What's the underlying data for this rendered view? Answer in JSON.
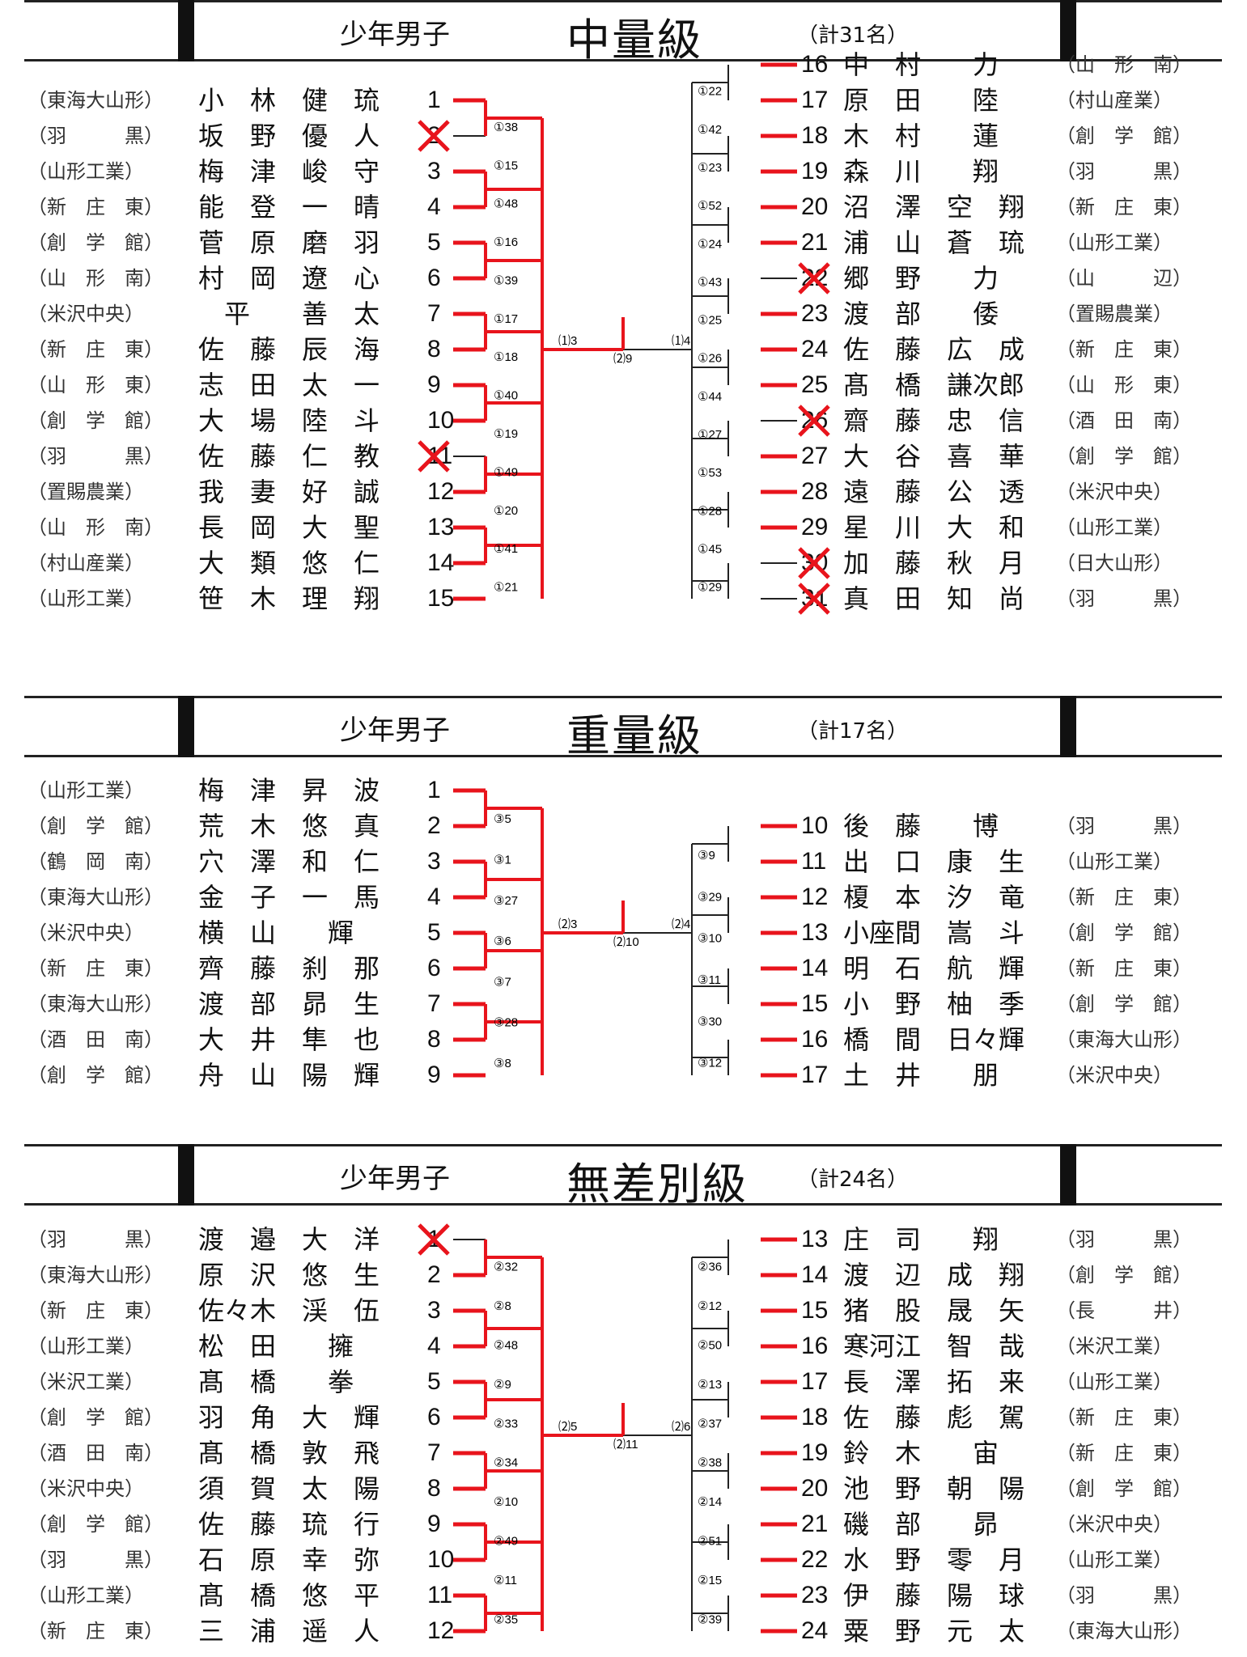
{
  "sections": [
    {
      "category": "少年男子",
      "weight_class": "中量級",
      "count": "（計31名）",
      "left": [
        {
          "seed": "1",
          "name": "小　林　健　琉",
          "team": "（東海大山形）",
          "out": false
        },
        {
          "seed": "2",
          "name": "坂　野　優　人",
          "team": "（羽　　　黒）",
          "out": true
        },
        {
          "seed": "3",
          "name": "梅　津　峻　守",
          "team": "（山形工業）",
          "out": false
        },
        {
          "seed": "4",
          "name": "能　登　一　晴",
          "team": "（新　庄　東）",
          "out": false
        },
        {
          "seed": "5",
          "name": "菅　原　磨　羽",
          "team": "（創　学　館）",
          "out": false
        },
        {
          "seed": "6",
          "name": "村　岡　遼　心",
          "team": "（山　形　南）",
          "out": false
        },
        {
          "seed": "7",
          "name": "　平　　善　太",
          "team": "（米沢中央）",
          "out": false
        },
        {
          "seed": "8",
          "name": "佐　藤　辰　海",
          "team": "（新　庄　東）",
          "out": false
        },
        {
          "seed": "9",
          "name": "志　田　太　一",
          "team": "（山　形　東）",
          "out": false
        },
        {
          "seed": "10",
          "name": "大　場　陸　斗",
          "team": "（創　学　館）",
          "out": false
        },
        {
          "seed": "11",
          "name": "佐　藤　仁　教",
          "team": "（羽　　　黒）",
          "out": true
        },
        {
          "seed": "12",
          "name": "我　妻　好　誠",
          "team": "（置賜農業）",
          "out": false
        },
        {
          "seed": "13",
          "name": "長　岡　大　聖",
          "team": "（山　形　南）",
          "out": false
        },
        {
          "seed": "14",
          "name": "大　類　悠　仁",
          "team": "（村山産業）",
          "out": false
        },
        {
          "seed": "15",
          "name": "笹　木　理　翔",
          "team": "（山形工業）",
          "out": false
        }
      ],
      "right": [
        {
          "seed": "16",
          "name": "中　村　　力",
          "team": "（山　形　南）",
          "out": false
        },
        {
          "seed": "17",
          "name": "原　田　　陸",
          "team": "（村山産業）",
          "out": false
        },
        {
          "seed": "18",
          "name": "木　村　　蓮",
          "team": "（創　学　館）",
          "out": false
        },
        {
          "seed": "19",
          "name": "森　川　　翔",
          "team": "（羽　　　黒）",
          "out": false
        },
        {
          "seed": "20",
          "name": "沼　澤　空　翔",
          "team": "（新　庄　東）",
          "out": false
        },
        {
          "seed": "21",
          "name": "浦　山　蒼　琉",
          "team": "（山形工業）",
          "out": false
        },
        {
          "seed": "22",
          "name": "郷　野　　力",
          "team": "（山　　　辺）",
          "out": true
        },
        {
          "seed": "23",
          "name": "渡　部　　倭",
          "team": "（置賜農業）",
          "out": false
        },
        {
          "seed": "24",
          "name": "佐　藤　広　成",
          "team": "（新　庄　東）",
          "out": false
        },
        {
          "seed": "25",
          "name": "髙　橋　謙次郎",
          "team": "（山　形　東）",
          "out": false
        },
        {
          "seed": "26",
          "name": "齋　藤　忠　信",
          "team": "（酒　田　南）",
          "out": true
        },
        {
          "seed": "27",
          "name": "大　谷　喜　華",
          "team": "（創　学　館）",
          "out": false
        },
        {
          "seed": "28",
          "name": "遠　藤　公　透",
          "team": "（米沢中央）",
          "out": false
        },
        {
          "seed": "29",
          "name": "星　川　大　和",
          "team": "（山形工業）",
          "out": false
        },
        {
          "seed": "30",
          "name": "加　藤　秋　月",
          "team": "（日大山形）",
          "out": true
        },
        {
          "seed": "31",
          "name": "真　田　知　尚",
          "team": "（羽　　　黒）",
          "out": true
        }
      ],
      "match_labels_left": [
        "①38",
        "①15",
        "①48",
        "①16",
        "①39",
        "①17",
        "①18",
        "①40",
        "①19",
        "①49",
        "①20",
        "①41",
        "①21"
      ],
      "match_labels_right": [
        "①22",
        "①42",
        "①23",
        "①52",
        "①24",
        "①43",
        "①25",
        "①26",
        "①44",
        "①27",
        "①53",
        "①28",
        "①45",
        "①29"
      ],
      "center_labels": [
        "⑴3",
        "⑵9",
        "⑴4"
      ]
    },
    {
      "category": "少年男子",
      "weight_class": "重量級",
      "count": "（計17名）",
      "left": [
        {
          "seed": "1",
          "name": "梅　津　昇　波",
          "team": "（山形工業）",
          "out": false
        },
        {
          "seed": "2",
          "name": "荒　木　悠　真",
          "team": "（創　学　館）",
          "out": false
        },
        {
          "seed": "3",
          "name": "穴　澤　和　仁",
          "team": "（鶴　岡　南）",
          "out": false
        },
        {
          "seed": "4",
          "name": "金　子　一　馬",
          "team": "（東海大山形）",
          "out": false
        },
        {
          "seed": "5",
          "name": "横　山　　輝",
          "team": "（米沢中央）",
          "out": false
        },
        {
          "seed": "6",
          "name": "齊　藤　刹　那",
          "team": "（新　庄　東）",
          "out": false
        },
        {
          "seed": "7",
          "name": "渡　部　昴　生",
          "team": "（東海大山形）",
          "out": false
        },
        {
          "seed": "8",
          "name": "大　井　隼　也",
          "team": "（酒　田　南）",
          "out": false
        },
        {
          "seed": "9",
          "name": "舟　山　陽　輝",
          "team": "（創　学　館）",
          "out": false
        }
      ],
      "right": [
        {
          "seed": "10",
          "name": "後　藤　　博",
          "team": "（羽　　　黒）",
          "out": false
        },
        {
          "seed": "11",
          "name": "出　口　康　生",
          "team": "（山形工業）",
          "out": false
        },
        {
          "seed": "12",
          "name": "榎　本　汐　竜",
          "team": "（新　庄　東）",
          "out": false
        },
        {
          "seed": "13",
          "name": "小座間　嵩　斗",
          "team": "（創　学　館）",
          "out": false
        },
        {
          "seed": "14",
          "name": "明　石　航　輝",
          "team": "（新　庄　東）",
          "out": false
        },
        {
          "seed": "15",
          "name": "小　野　柚　季",
          "team": "（創　学　館）",
          "out": false
        },
        {
          "seed": "16",
          "name": "橋　間　日々輝",
          "team": "（東海大山形）",
          "out": false
        },
        {
          "seed": "17",
          "name": "土　井　　朋",
          "team": "（米沢中央）",
          "out": false
        }
      ],
      "match_labels_left": [
        "③5",
        "③1",
        "③27",
        "③6",
        "③7",
        "③28",
        "③8"
      ],
      "match_labels_right": [
        "③9",
        "③29",
        "③10",
        "③11",
        "③30",
        "③12"
      ],
      "center_labels": [
        "⑵3",
        "⑵10",
        "⑵4"
      ]
    },
    {
      "category": "少年男子",
      "weight_class": "無差別級",
      "count": "（計24名）",
      "left": [
        {
          "seed": "1",
          "name": "渡　邉　大　洋",
          "team": "（羽　　　黒）",
          "out": true
        },
        {
          "seed": "2",
          "name": "原　沢　悠　生",
          "team": "（東海大山形）",
          "out": false
        },
        {
          "seed": "3",
          "name": "佐々木　渓　伍",
          "team": "（新　庄　東）",
          "out": false
        },
        {
          "seed": "4",
          "name": "松　田　　擁",
          "team": "（山形工業）",
          "out": false
        },
        {
          "seed": "5",
          "name": "髙　橋　　拳",
          "team": "（米沢工業）",
          "out": false
        },
        {
          "seed": "6",
          "name": "羽　角　大　輝",
          "team": "（創　学　館）",
          "out": false
        },
        {
          "seed": "7",
          "name": "髙　橋　敦　飛",
          "team": "（酒　田　南）",
          "out": false
        },
        {
          "seed": "8",
          "name": "須　賀　太　陽",
          "team": "（米沢中央）",
          "out": false
        },
        {
          "seed": "9",
          "name": "佐　藤　琉　行",
          "team": "（創　学　館）",
          "out": false
        },
        {
          "seed": "10",
          "name": "石　原　幸　弥",
          "team": "（羽　　　黒）",
          "out": false
        },
        {
          "seed": "11",
          "name": "髙　橋　悠　平",
          "team": "（山形工業）",
          "out": false
        },
        {
          "seed": "12",
          "name": "三　浦　遥　人",
          "team": "（新　庄　東）",
          "out": false
        }
      ],
      "right": [
        {
          "seed": "13",
          "name": "庄　司　　翔",
          "team": "（羽　　　黒）",
          "out": false
        },
        {
          "seed": "14",
          "name": "渡　辺　成　翔",
          "team": "（創　学　館）",
          "out": false
        },
        {
          "seed": "15",
          "name": "猪　股　晟　矢",
          "team": "（長　　　井）",
          "out": false
        },
        {
          "seed": "16",
          "name": "寒河江　智　哉",
          "team": "（米沢工業）",
          "out": false
        },
        {
          "seed": "17",
          "name": "長　澤　拓　来",
          "team": "（山形工業）",
          "out": false
        },
        {
          "seed": "18",
          "name": "佐　藤　彪　駕",
          "team": "（新　庄　東）",
          "out": false
        },
        {
          "seed": "19",
          "name": "鈴　木　　宙",
          "team": "（新　庄　東）",
          "out": false
        },
        {
          "seed": "20",
          "name": "池　野　朝　陽",
          "team": "（創　学　館）",
          "out": false
        },
        {
          "seed": "21",
          "name": "磯　部　　昴",
          "team": "（米沢中央）",
          "out": false
        },
        {
          "seed": "22",
          "name": "水　野　零　月",
          "team": "（山形工業）",
          "out": false
        },
        {
          "seed": "23",
          "name": "伊　藤　陽　球",
          "team": "（羽　　　黒）",
          "out": false
        },
        {
          "seed": "24",
          "name": "粟　野　元　太",
          "team": "（東海大山形）",
          "out": false
        }
      ],
      "match_labels_left": [
        "②32",
        "②8",
        "②48",
        "②9",
        "②33",
        "②34",
        "②10",
        "②49",
        "②11",
        "②35"
      ],
      "match_labels_right": [
        "②36",
        "②12",
        "②50",
        "②13",
        "②37",
        "②38",
        "②14",
        "②51",
        "②15",
        "②39"
      ],
      "center_labels": [
        "⑵5",
        "⑵11",
        "⑵6"
      ]
    }
  ],
  "colors": {
    "win_line": "#e8141c",
    "line": "#222222",
    "cross": "#e8141c"
  }
}
